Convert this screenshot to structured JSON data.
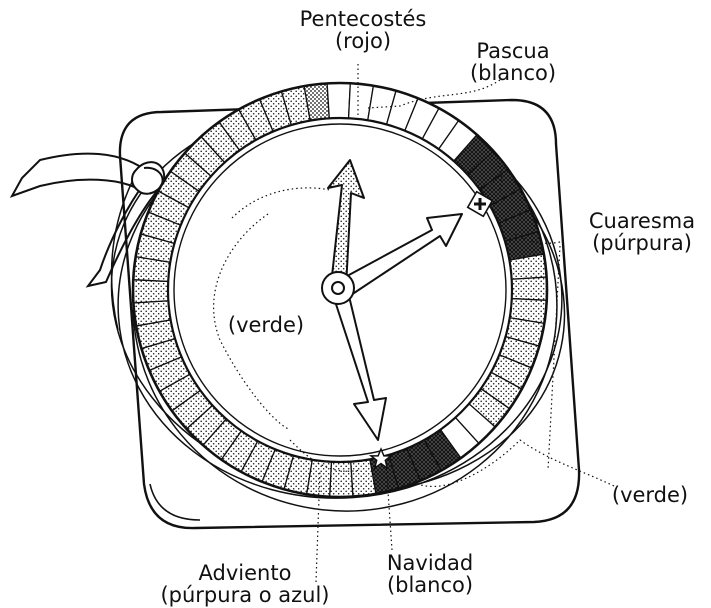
{
  "labels": {
    "pentecost": {
      "name": "Pentecostés",
      "color": "(rojo)"
    },
    "easter": {
      "name": "Pascua",
      "color": "(blanco)"
    },
    "lent": {
      "name": "Cuaresma",
      "color": "(púrpura)"
    },
    "ordinary_inner": {
      "color": "(verde)"
    },
    "ordinary_outer": {
      "color": "(verde)"
    },
    "advent": {
      "name": "Adviento",
      "color": "(púrpura o azul)"
    },
    "christmas": {
      "name": "Navidad",
      "color": "(blanco)"
    }
  },
  "segments": [
    {
      "season": "pentecost",
      "count": 1,
      "fill": "dotted-dark"
    },
    {
      "season": "easter",
      "count": 7,
      "fill": "white"
    },
    {
      "season": "lent",
      "count": 6,
      "fill": "crosshatch"
    },
    {
      "season": "ordinary",
      "count": 8,
      "fill": "dotted"
    },
    {
      "season": "christmas",
      "count": 2,
      "fill": "white"
    },
    {
      "season": "advent",
      "count": 4,
      "fill": "crosshatch"
    },
    {
      "season": "ordinary",
      "count": 28,
      "fill": "dotted"
    }
  ],
  "markers": {
    "lent_start_icon": "cross-icon",
    "christmas_icon": "star-icon"
  },
  "colors": {
    "ink": "#111111",
    "paper": "#ffffff"
  }
}
